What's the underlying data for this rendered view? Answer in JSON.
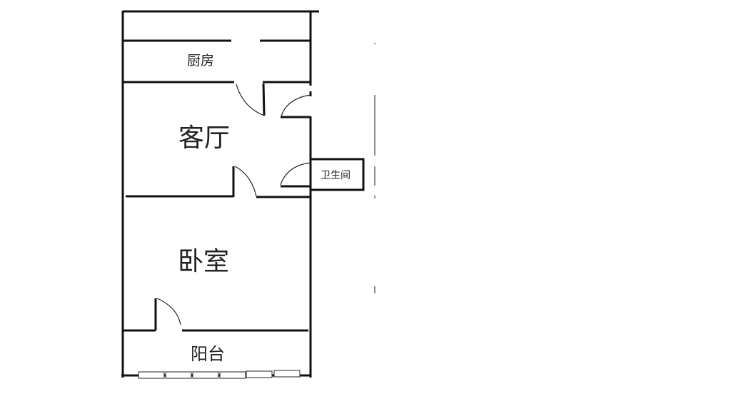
{
  "rooms": {
    "kitchen": "厨房",
    "living_room": "客厅",
    "bathroom": "卫生间",
    "bedroom": "卧室",
    "balcony": "阳台"
  },
  "colors": {
    "wall": "#111111",
    "background": "#ffffff"
  }
}
